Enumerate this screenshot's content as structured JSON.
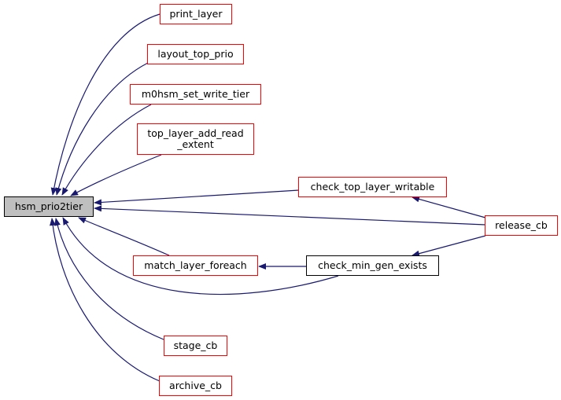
{
  "graph": {
    "root": "hsm_prio2tier",
    "edge_color": "#191970",
    "node_border_red": "#ff0000",
    "node_border_black": "#000000",
    "root_fill": "#bfbfbf",
    "nodes": {
      "print_layer": "print_layer",
      "layout_top_prio": "layout_top_prio",
      "m0hsm_set_write_tier": "m0hsm_set_write_tier",
      "top_layer_add_read_extent_l1": "top_layer_add_read",
      "top_layer_add_read_extent_l2": "_extent",
      "check_top_layer_writable": "check_top_layer_writable",
      "release_cb": "release_cb",
      "match_layer_foreach": "match_layer_foreach",
      "check_min_gen_exists": "check_min_gen_exists",
      "stage_cb": "stage_cb",
      "archive_cb": "archive_cb"
    },
    "edges": [
      {
        "from": "print_layer",
        "to": "hsm_prio2tier"
      },
      {
        "from": "layout_top_prio",
        "to": "hsm_prio2tier"
      },
      {
        "from": "m0hsm_set_write_tier",
        "to": "hsm_prio2tier"
      },
      {
        "from": "top_layer_add_read_extent",
        "to": "hsm_prio2tier"
      },
      {
        "from": "check_top_layer_writable",
        "to": "hsm_prio2tier"
      },
      {
        "from": "release_cb",
        "to": "hsm_prio2tier"
      },
      {
        "from": "match_layer_foreach",
        "to": "hsm_prio2tier"
      },
      {
        "from": "check_min_gen_exists",
        "to": "hsm_prio2tier"
      },
      {
        "from": "stage_cb",
        "to": "hsm_prio2tier"
      },
      {
        "from": "archive_cb",
        "to": "hsm_prio2tier"
      },
      {
        "from": "release_cb",
        "to": "check_top_layer_writable"
      },
      {
        "from": "release_cb",
        "to": "check_min_gen_exists"
      },
      {
        "from": "check_min_gen_exists",
        "to": "match_layer_foreach"
      }
    ]
  }
}
